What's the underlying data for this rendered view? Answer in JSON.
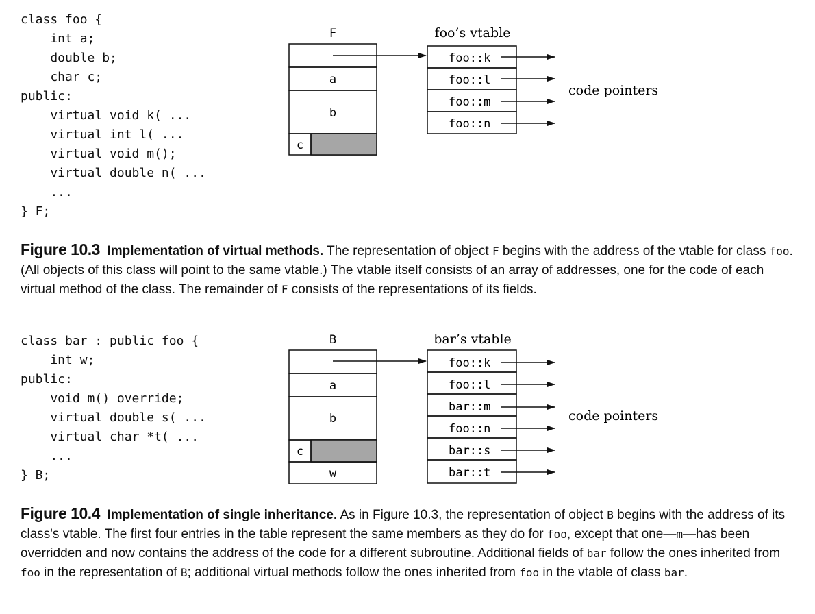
{
  "figure1": {
    "code": "class foo {\n    int a;\n    double b;\n    char c;\npublic:\n    virtual void k( ...\n    virtual int l( ...\n    virtual void m();\n    virtual double n( ...\n    ...\n} F;",
    "object_label": "F",
    "object_fields": [
      "a",
      "b",
      "c"
    ],
    "vtable_label": "foo’s vtable",
    "vtable_entries": [
      "foo::k",
      "foo::l",
      "foo::m",
      "foo::n"
    ],
    "pointers_label": "code pointers",
    "caption": {
      "label": "Figure 10.3",
      "title": "Implementation of virtual methods.",
      "t1": " The representation of object ",
      "c1": "F",
      "t2": " begins with the address of the vtable for class ",
      "c2": "foo",
      "t3": ". (All objects of this class will point to the same vtable.) The vtable itself consists of an array of addresses, one for the code of each virtual method of the class. The remainder of ",
      "c3": "F",
      "t4": " consists of the representations of its fields."
    }
  },
  "figure2": {
    "code": "class bar : public foo {\n    int w;\npublic:\n    void m() override;\n    virtual double s( ...\n    virtual char *t( ...\n    ...\n} B;",
    "object_label": "B",
    "object_fields": [
      "a",
      "b",
      "c",
      "w"
    ],
    "vtable_label": "bar’s vtable",
    "vtable_entries": [
      "foo::k",
      "foo::l",
      "bar::m",
      "foo::n",
      "bar::s",
      "bar::t"
    ],
    "pointers_label": "code pointers",
    "caption": {
      "label": "Figure 10.4",
      "title": "Implementation of single inheritance.",
      "t1": " As in Figure 10.3, the representation of object ",
      "c1": "B",
      "t2": " begins with the address of its class's vtable. The first four entries in the table represent the same members as they do for ",
      "c2": "foo",
      "t3": ", except that one—",
      "c3": "m",
      "t4": "—has been overridden and now contains the address of the code for a different subroutine. Additional fields of ",
      "c4": "bar",
      "t5": " follow the ones inherited from ",
      "c5": "foo",
      "t6": " in the representation of ",
      "c6": "B",
      "t7": "; additional virtual methods follow the ones inherited from ",
      "c7": "foo",
      "t8": " in the vtable of class ",
      "c8": "bar",
      "t9": "."
    }
  },
  "colors": {
    "ink": "#111111",
    "padding_fill": "#a6a6a6"
  }
}
